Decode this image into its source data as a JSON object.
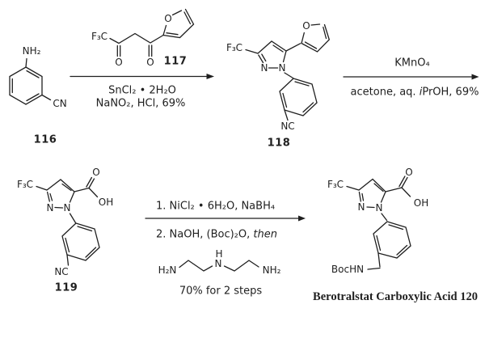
{
  "canvas": {
    "background": "#ffffff",
    "ink": "#1f1f1f"
  },
  "compounds": {
    "c116": {
      "nh2": "NH₂",
      "cn": "CN",
      "number": "116"
    },
    "c117": {
      "f3c": "F₃C",
      "o_ketone_left": "O",
      "o_ketone_right": "O",
      "furan_o": "O",
      "number": "117"
    },
    "c118": {
      "f3c": "F₃C",
      "pyrazole_n_left": "N",
      "pyrazole_n_right": "N",
      "furan_o": "O",
      "nitrile": "NC",
      "number": "118"
    },
    "c119": {
      "f3c": "F₃C",
      "pyrazole_n_left": "N",
      "pyrazole_n_right": "N",
      "carbonyl_o": "O",
      "hydroxyl": "OH",
      "nitrile": "NC",
      "number": "119"
    },
    "triamine": {
      "h2n_left": "H₂N",
      "nh_h": "H",
      "nh_n": "N",
      "nh2_right": "NH₂"
    },
    "c120": {
      "f3c": "F₃C",
      "pyrazole_n_left": "N",
      "pyrazole_n_right": "N",
      "carbonyl_o": "O",
      "hydroxyl": "OH",
      "boc_amine": "BocHN",
      "name": "Berotralstat Carboxylic Acid 120"
    }
  },
  "steps": {
    "step1": {
      "reagents_line1": "SnCl₂ • 2H₂O",
      "reagents_line2": "NaNO₂, HCl, 69%"
    },
    "step2": {
      "reagent_above": "KMnO₄",
      "below_part1": "acetone, aq. ",
      "below_italic": "i",
      "below_part2": "PrOH, 69%"
    },
    "step3": {
      "line1": "1. NiCl₂ • 6H₂O, NaBH₄",
      "line2_part1": "2. NaOH, (Boc)₂O, ",
      "line2_italic": "then",
      "yield_note": "70% for 2 steps"
    }
  }
}
